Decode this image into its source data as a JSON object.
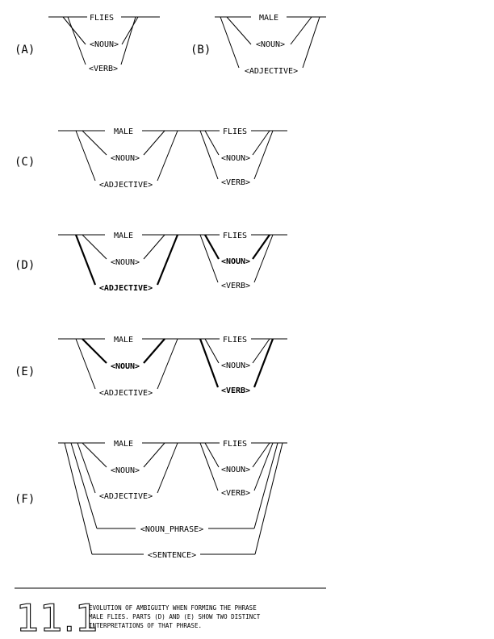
{
  "panels": {
    "a": {
      "label": "(A)",
      "word": "FLIES",
      "noun": "<NOUN>",
      "second": "<VERB>"
    },
    "b": {
      "label": "(B)",
      "word": "MALE",
      "noun": "<NOUN>",
      "second": "<ADJECTIVE>"
    },
    "c": {
      "label": "(C)",
      "male": "MALE",
      "male_noun": "<NOUN>",
      "male_adj": "<ADJECTIVE>",
      "flies": "FLIES",
      "flies_noun": "<NOUN>",
      "flies_verb": "<VERB>"
    },
    "d": {
      "label": "(D)",
      "male": "MALE",
      "male_noun": "<NOUN>",
      "male_adj": "<ADJECTIVE>",
      "flies": "FLIES",
      "flies_noun": "<NOUN>",
      "flies_verb": "<VERB>"
    },
    "e": {
      "label": "(E)",
      "male": "MALE",
      "male_noun": "<NOUN>",
      "male_adj": "<ADJECTIVE>",
      "flies": "FLIES",
      "flies_noun": "<NOUN>",
      "flies_verb": "<VERB>"
    },
    "f": {
      "label": "(F)",
      "male": "MALE",
      "male_noun": "<NOUN>",
      "male_adj": "<ADJECTIVE>",
      "flies": "FLIES",
      "flies_noun": "<NOUN>",
      "flies_verb": "<VERB>",
      "noun_phrase": "<NOUN_PHRASE>",
      "sentence": "<SENTENCE>"
    }
  },
  "caption": {
    "figure_number": "11.1",
    "line1": "EVOLUTION OF AMBIGUITY WHEN FORMING THE PHRASE",
    "line2": "MALE FLIES.  PARTS (D) AND (E) SHOW TWO DISTINCT",
    "line3": "INTERPRETATIONS OF THAT PHRASE."
  }
}
